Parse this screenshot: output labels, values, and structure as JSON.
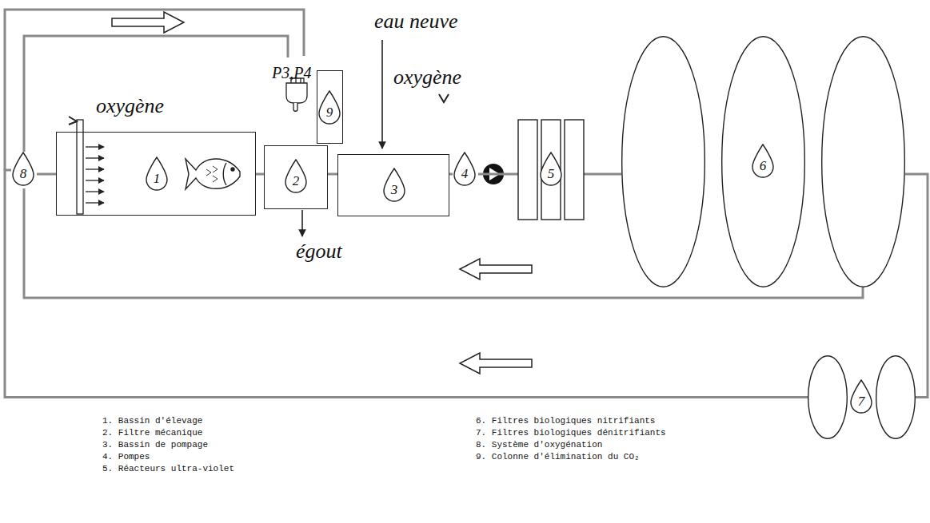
{
  "diagram": {
    "nodes": [
      {
        "text": [
          "1"
        ]
      },
      {
        "text": [
          "2"
        ]
      },
      {
        "text": [
          "3"
        ]
      },
      {
        "text": [
          "4"
        ]
      },
      {
        "text": [
          "5"
        ]
      },
      {
        "text": [
          "6"
        ]
      },
      {
        "text": [
          "7"
        ]
      },
      {
        "text": [
          "8"
        ]
      },
      {
        "text": [
          "9"
        ]
      }
    ],
    "edges": [
      {
        "from": 0,
        "to": 1,
        "arrow": "none"
      },
      {
        "from": 1,
        "to": 2,
        "arrow": "none"
      },
      {
        "from": 2,
        "to": 3,
        "arrow": "none"
      },
      {
        "from": 3,
        "to": 4,
        "arrow": "none"
      },
      {
        "from": 4,
        "to": 5,
        "arrow": "none"
      },
      {
        "from": 5,
        "to": 6,
        "arrow": "none"
      },
      {
        "from": 5,
        "to": 7,
        "arrow": "none"
      },
      {
        "from": 6,
        "to": 7,
        "arrow": "none"
      },
      {
        "from": 7,
        "to": 0,
        "arrow": "none"
      }
    ],
    "labels": [
      "oxygène",
      "P3,P4",
      "eau neuve",
      "oxygène",
      "égout",
      "1. Bassin d'élevage",
      "2. Filtre mécanique",
      "3. Bassin de pompage",
      "4. Pompes",
      "5. Réacteurs ultra-violet",
      "6. Filtres biologiques nitrifiants",
      "7. Filtres biologiques dénitrifiants",
      "8. Système d'oxygénation",
      "9. Colonne d'élimination du CO₂"
    ]
  }
}
